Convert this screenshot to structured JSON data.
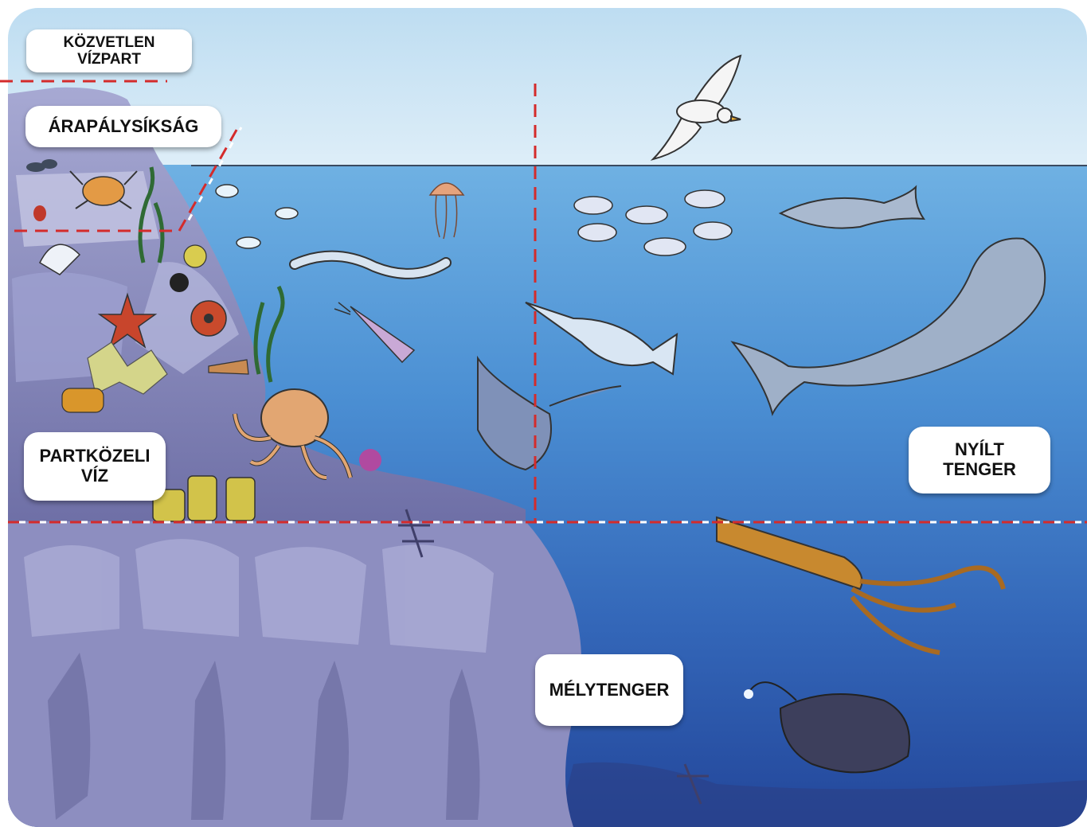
{
  "zones": {
    "kozvetlen_vizpart": [
      "KÖZVETLEN",
      "VÍZPART"
    ],
    "arapalysiksag": "ÁRAPÁLYSÍKSÁG",
    "partkozeli_viz": [
      "PARTKÖZELI",
      "VÍZ"
    ],
    "nyilt_tenger": [
      "NYÍLT",
      "TENGER"
    ],
    "melytenger": "MÉLYTENGER"
  },
  "colors": {
    "sky": "#cfe6f4",
    "sea_top": "#5aa3dc",
    "sea_deep": "#2a56a8",
    "rock": "#8c8fc0",
    "boundary_red": "#d42b2b",
    "boundary_white": "#ffffff"
  },
  "creatures": [
    "seagull",
    "crab",
    "mussels",
    "scallop",
    "sea-urchin",
    "starfish",
    "sea-anemone",
    "coral",
    "sponge",
    "shell",
    "seaweed",
    "small-fish",
    "jellyfish",
    "eel",
    "squid",
    "octopus",
    "fish-school",
    "dolphin",
    "swordfish",
    "manta-ray",
    "sperm-whale",
    "giant-squid",
    "anglerfish",
    "tube-worms",
    "sea-fan"
  ]
}
